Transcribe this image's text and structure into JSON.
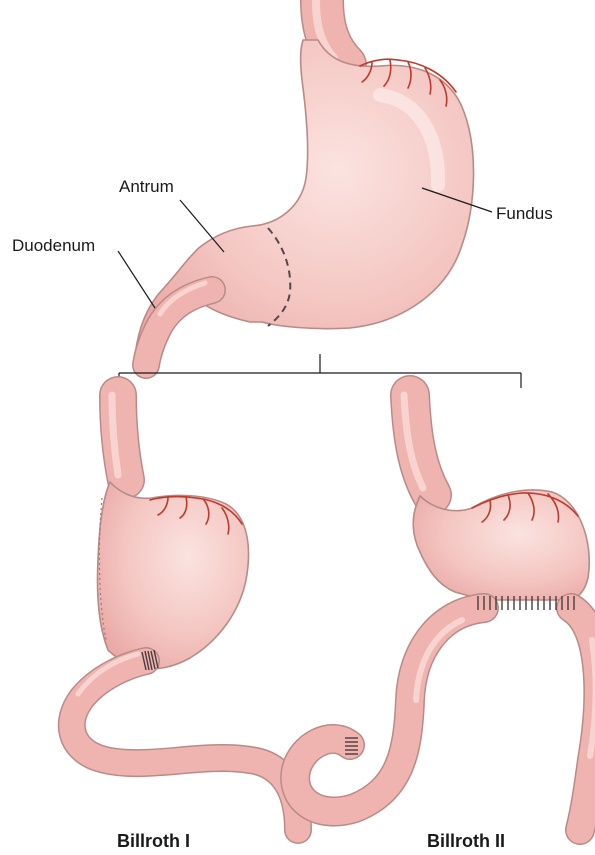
{
  "labels": {
    "antrum": "Antrum",
    "duodenum": "Duodenum",
    "fundus": "Fundus"
  },
  "captions": {
    "left": "Billroth I",
    "right": "Billroth II"
  },
  "colors": {
    "tissue": "#f2c2be",
    "tissue_light": "#f9dcd9",
    "outline": "#b98a86",
    "vessel": "#c0392b"
  }
}
